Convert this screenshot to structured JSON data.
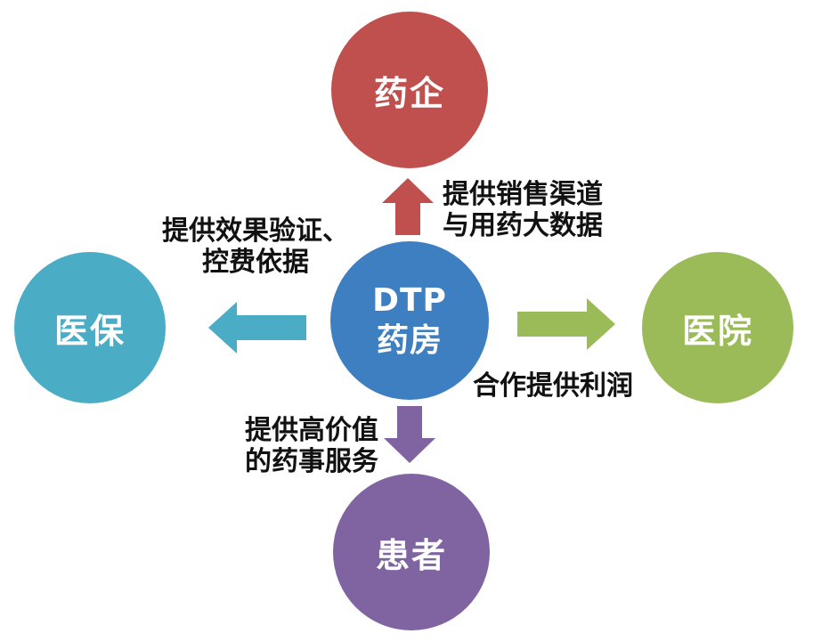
{
  "diagram": {
    "center_node": {
      "line1": "DTP",
      "line2": "药房",
      "color": "#3e7fc1"
    },
    "nodes": {
      "top": {
        "label": "药企",
        "color": "#c0504d"
      },
      "left": {
        "label": "医保",
        "color": "#4bacc6"
      },
      "right": {
        "label": "医院",
        "color": "#9bbb59"
      },
      "bottom": {
        "label": "患者",
        "color": "#8064a2"
      }
    },
    "arrows": {
      "up": {
        "color": "#c0504d",
        "label": [
          "提供销售渠道",
          "与用药大数据"
        ]
      },
      "left": {
        "color": "#4bacc6",
        "label": [
          "提供效果验证、",
          "控费依据"
        ]
      },
      "right": {
        "color": "#9bbb59",
        "label": [
          "合作提供利润"
        ]
      },
      "down": {
        "color": "#8064a2",
        "label": [
          "提供高价值",
          "的药事服务"
        ]
      }
    },
    "node_text_color": "#ffffff",
    "annotation_text_color": "#111111",
    "background_color": "#ffffff"
  }
}
